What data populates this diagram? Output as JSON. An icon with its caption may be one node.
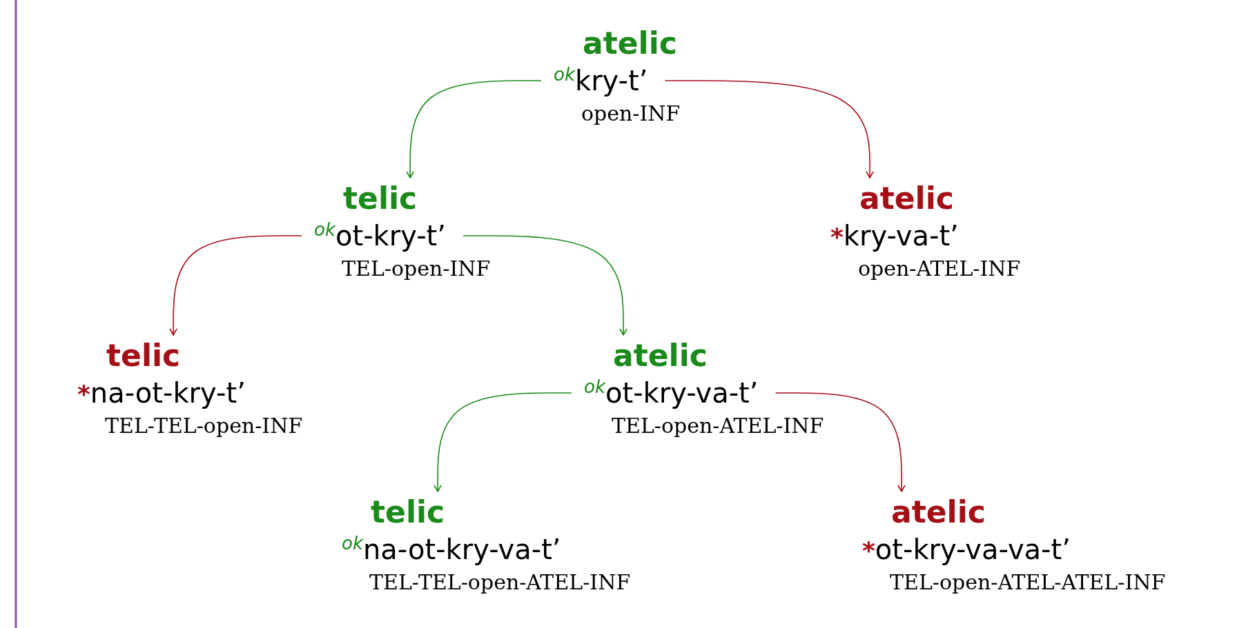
{
  "diagram": {
    "nodes": [
      {
        "text": [
          "atelic",
          "$^{ok}$kry-t’",
          "open-INF"
        ]
      },
      {
        "text": [
          "telic",
          "$^{ok}$ot-kry-t’",
          "TEL-open-INF"
        ]
      },
      {
        "text": [
          "atelic",
          "$^{*}$kry-va-t’",
          "open-ATEL-INF"
        ]
      },
      {
        "text": [
          "telic",
          "$^{*}$na-ot-kry-t’",
          "TEL-TEL-open-INF"
        ]
      },
      {
        "text": [
          "atelic",
          "$^{ok}$ot-kry-va-t’",
          "TEL-open-ATEL-INF"
        ]
      },
      {
        "text": [
          "telic",
          "$^{ok}$na-ot-kry-va-t’",
          "TEL-TEL-open-ATEL-INF"
        ]
      },
      {
        "text": [
          "atelic",
          "$^{*}$ot-kry-va-va-t’",
          "TEL-open-ATEL-ATEL-INF"
        ]
      }
    ],
    "edges": [
      {
        "from": 0,
        "to": 1,
        "arrow": "to",
        "color": "#1a8a1a"
      },
      {
        "from": 0,
        "to": 2,
        "arrow": "to",
        "color": "#a50f15"
      },
      {
        "from": 1,
        "to": 3,
        "arrow": "to",
        "color": "#a50f15"
      },
      {
        "from": 1,
        "to": 4,
        "arrow": "to",
        "color": "#1a8a1a"
      },
      {
        "from": 4,
        "to": 5,
        "arrow": "to",
        "color": "#1a8a1a"
      },
      {
        "from": 4,
        "to": 6,
        "arrow": "to",
        "color": "#a50f15"
      }
    ]
  }
}
